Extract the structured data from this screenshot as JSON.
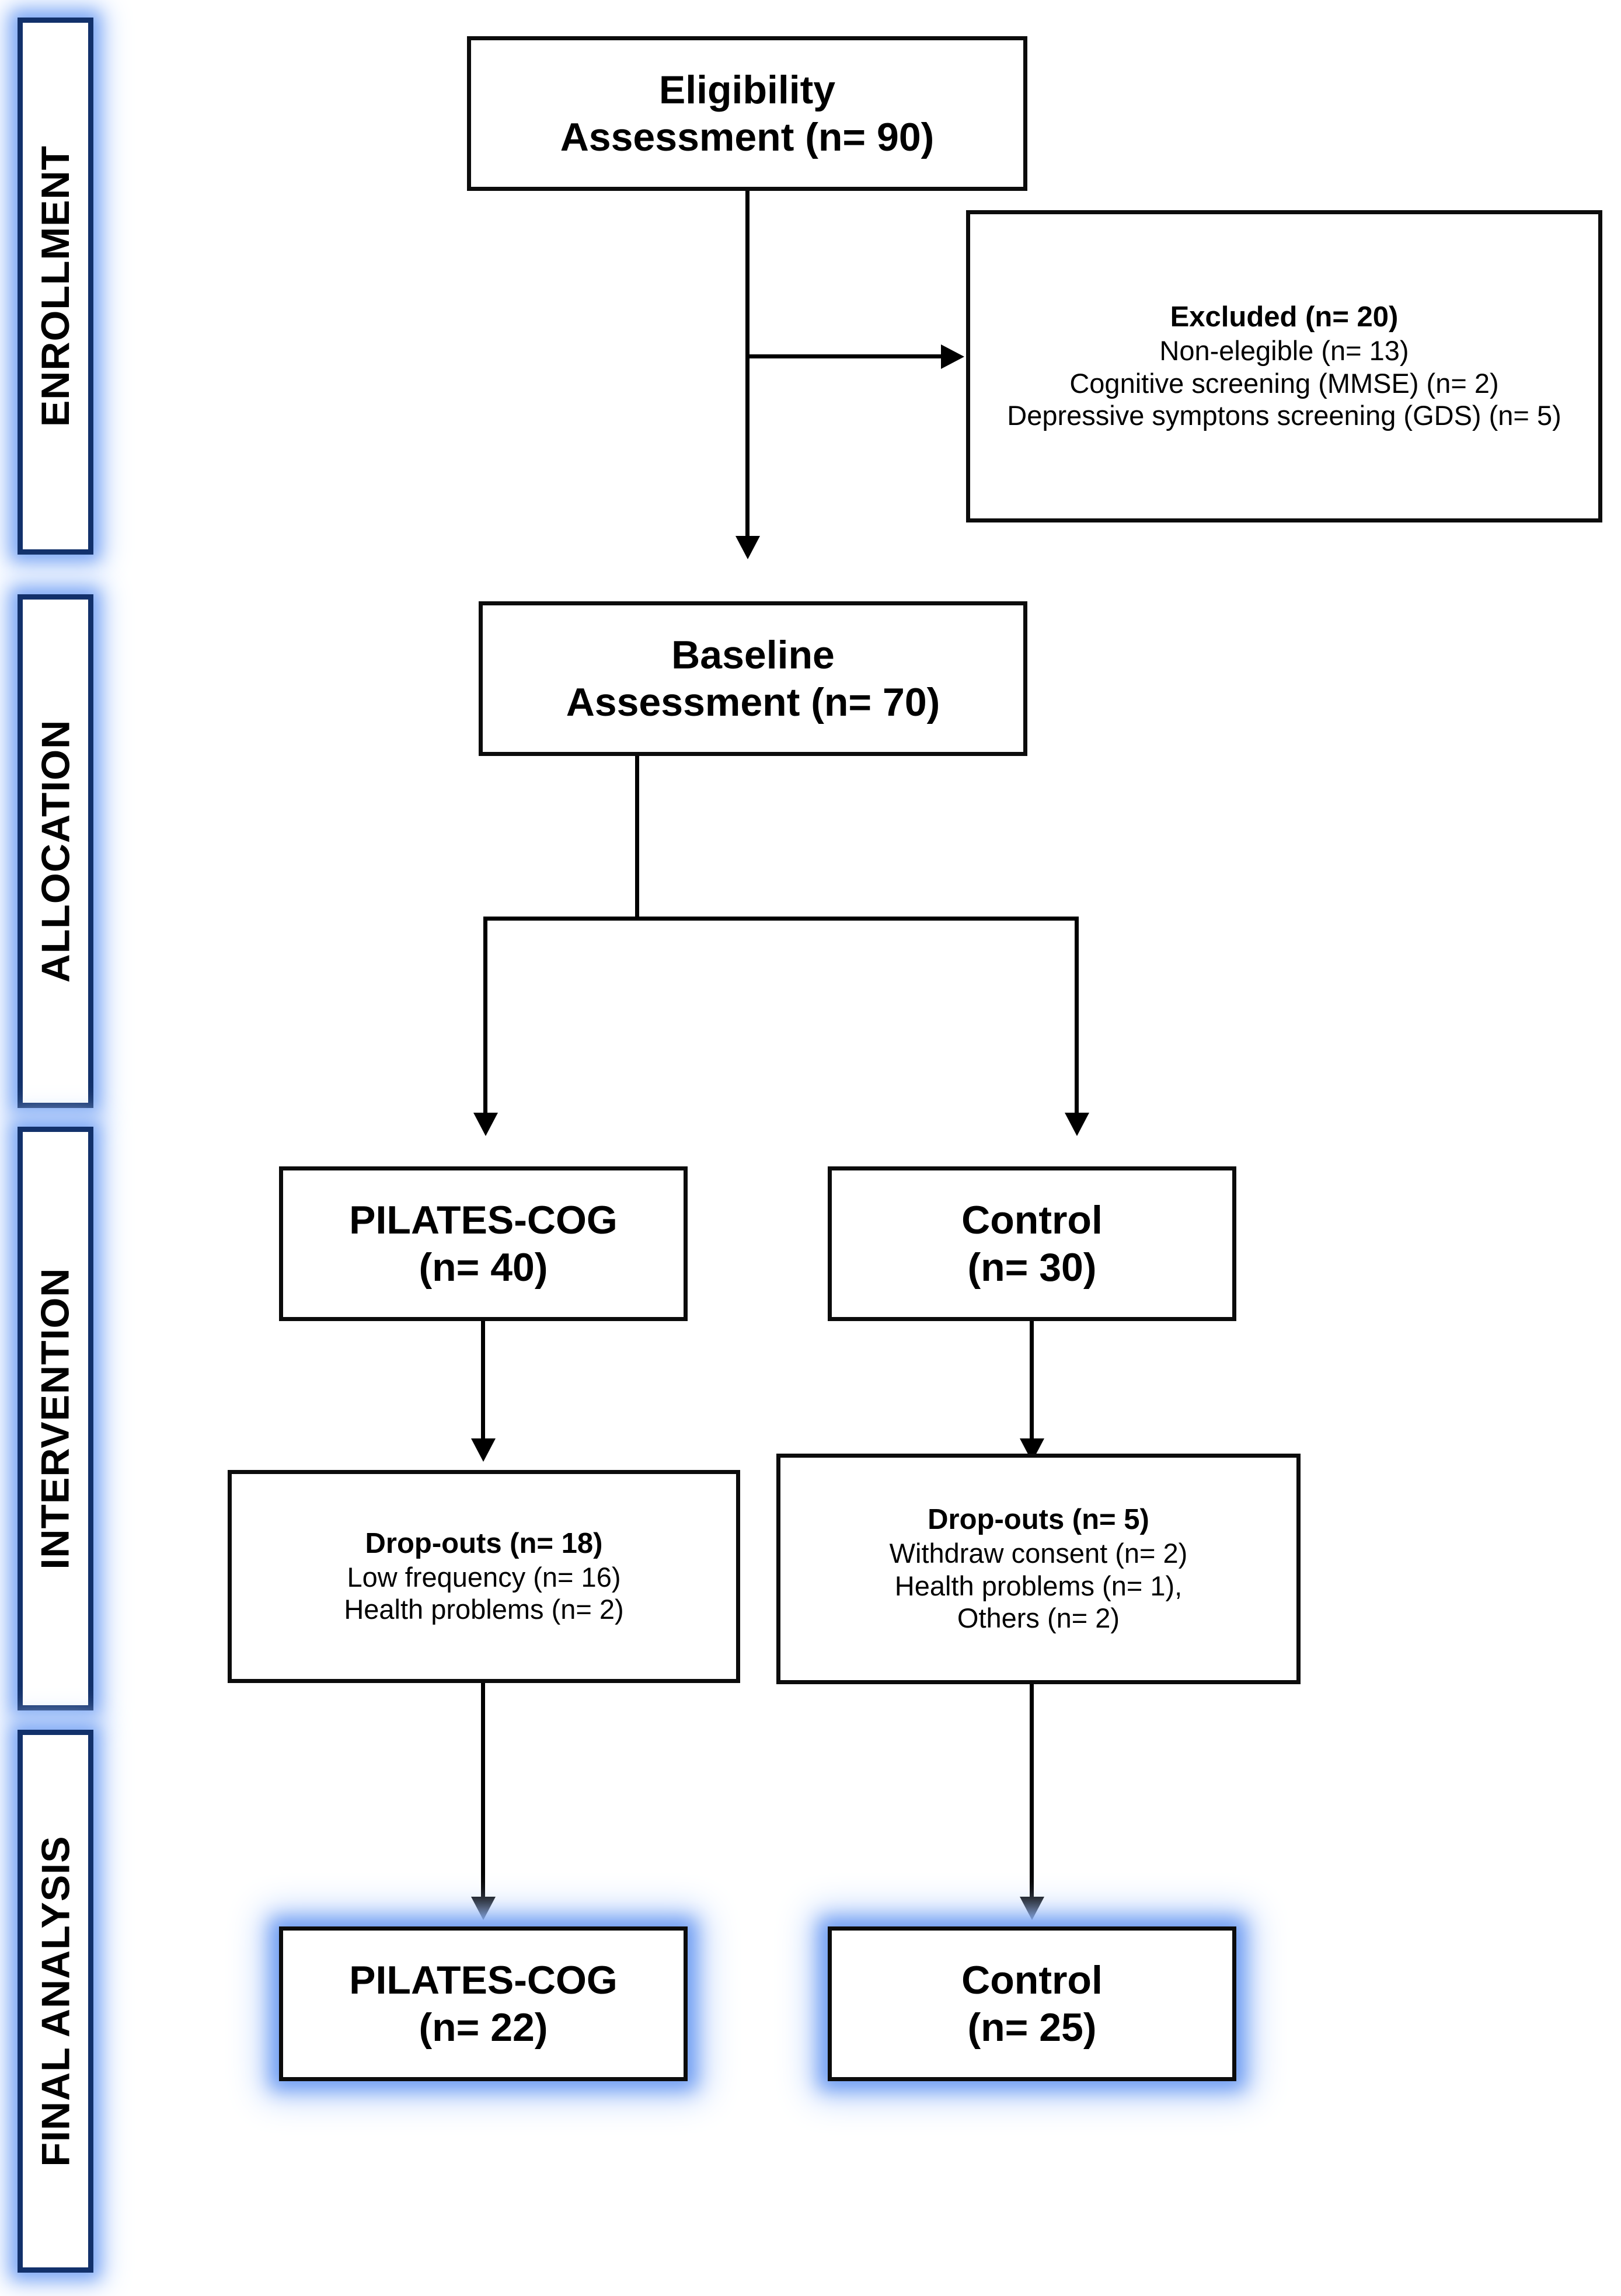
{
  "diagram": {
    "title": "CONSORT participant flow diagram",
    "accent_blue": "#7fa9f5",
    "label_border": "#12316b",
    "box_border": "#0c0c0c"
  },
  "stages": [
    {
      "id": "enrollment",
      "label": "ENROLLMENT"
    },
    {
      "id": "allocation",
      "label": "ALLOCATION"
    },
    {
      "id": "intervention",
      "label": "INTERVENTION"
    },
    {
      "id": "final_analysis",
      "label": "FINAL ANALYSIS"
    }
  ],
  "boxes": {
    "eligibility": {
      "line1": "Eligibility",
      "line2": "Assessment (n= 90)",
      "n": 90
    },
    "excluded": {
      "header": "Excluded (n= 20)",
      "reason1": "Non-elegible (n= 13)",
      "reason2": "Cognitive screening (MMSE) (n= 2)",
      "reason3": "Depressive symptons screening (GDS) (n= 5)",
      "n": 20
    },
    "baseline": {
      "line1": "Baseline",
      "line2": "Assessment (n= 70)",
      "n": 70
    },
    "pilates_alloc": {
      "line1": "PILATES-COG",
      "line2": "(n= 40)",
      "n": 40
    },
    "control_alloc": {
      "line1": "Control",
      "line2": "(n= 30)",
      "n": 30
    },
    "dropouts_pilates": {
      "header": "Drop-outs (n= 18)",
      "reason1": "Low frequency (n= 16)",
      "reason2": "Health problems (n= 2)",
      "n": 18
    },
    "dropouts_control": {
      "header": "Drop-outs (n= 5)",
      "reason1": "Withdraw consent (n= 2)",
      "reason2": "Health problems (n= 1),",
      "reason3": "Others (n= 2)",
      "n": 5
    },
    "pilates_final": {
      "line1": "PILATES-COG",
      "line2": "(n= 22)",
      "n": 22
    },
    "control_final": {
      "line1": "Control",
      "line2": "(n= 25)",
      "n": 25
    }
  }
}
